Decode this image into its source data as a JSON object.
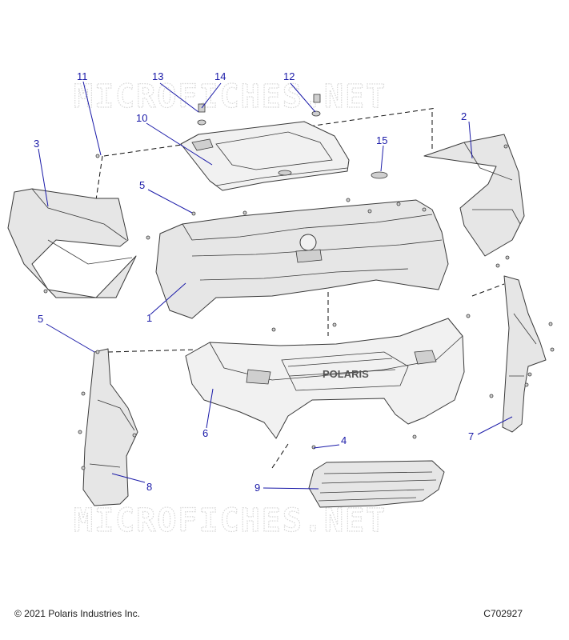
{
  "watermark": "MICROFICHES.NET",
  "callouts": [
    "1",
    "2",
    "3",
    "4",
    "5",
    "5",
    "6",
    "7",
    "8",
    "9",
    "10",
    "11",
    "12",
    "13",
    "14",
    "15"
  ],
  "footer": {
    "copyright": "© 2021 Polaris Industries Inc.",
    "drawing_id": "C702927"
  },
  "logo_text": "POLARIS"
}
